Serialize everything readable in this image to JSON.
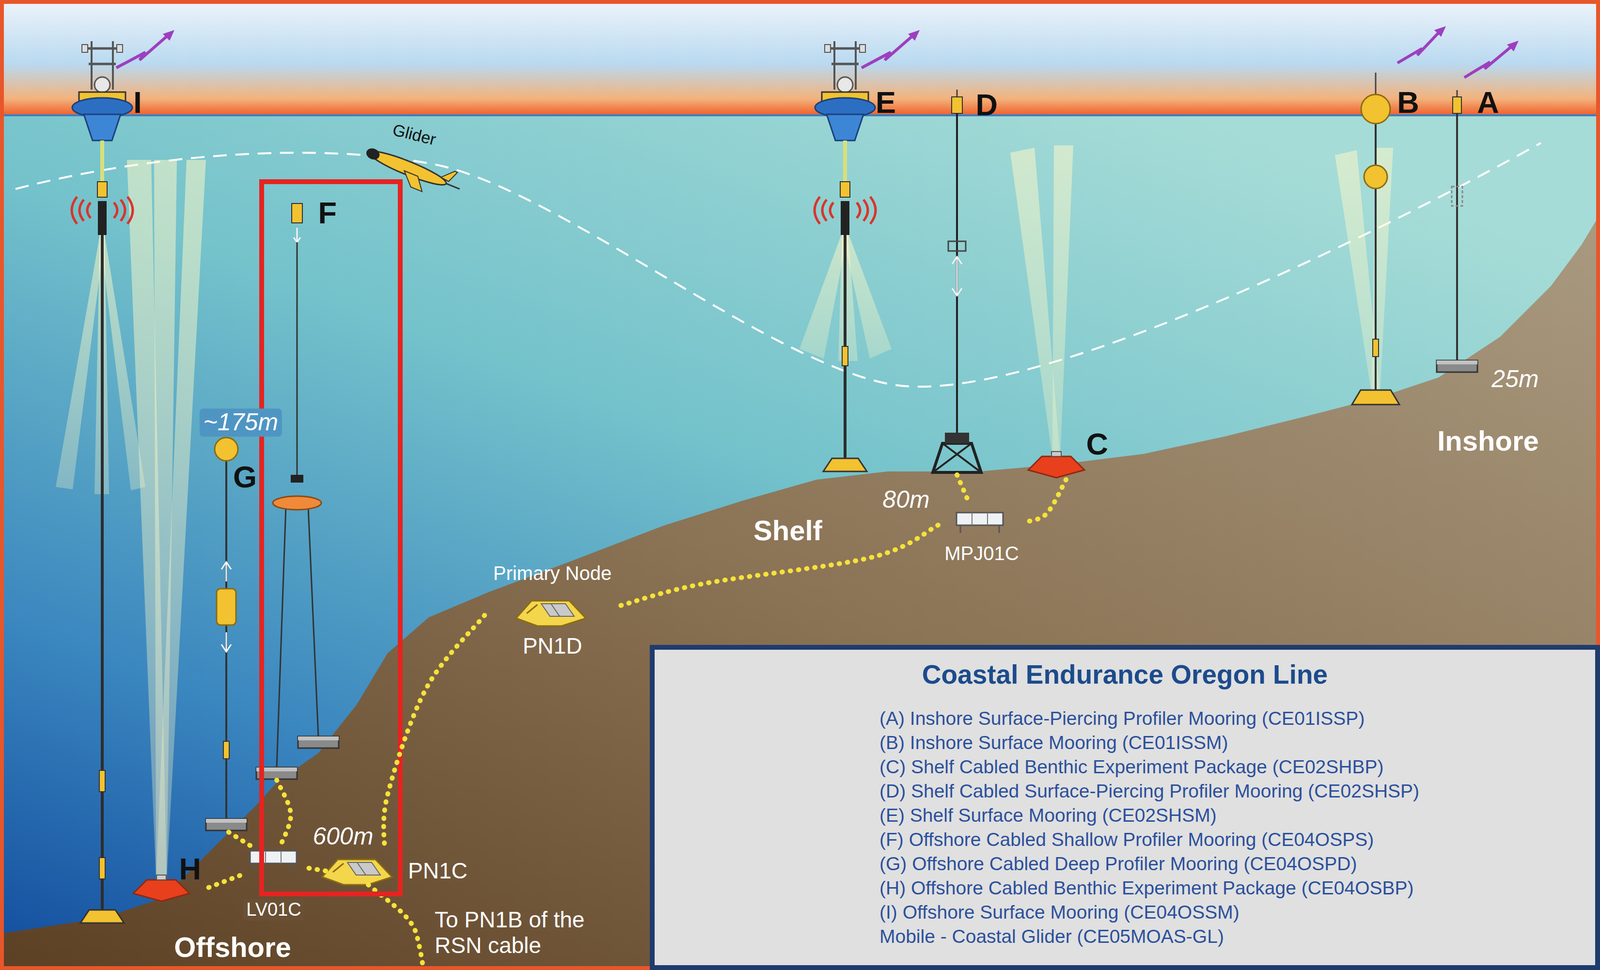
{
  "diagram": {
    "nodes": [
      {
        "text": [
          "F"
        ]
      },
      {
        "text": [
          "G"
        ]
      },
      {
        "text": [
          "H"
        ]
      },
      {
        "text": [
          "LV01C"
        ]
      },
      {
        "text": [
          "PN1C"
        ]
      },
      {
        "text": [
          "Primary Node",
          "PN1D"
        ]
      },
      {
        "text": [
          "MPJ01C"
        ]
      },
      {
        "text": [
          "D"
        ]
      },
      {
        "text": [
          "C"
        ]
      },
      {
        "text": [
          "Coastal Endurance Oregon Line",
          "(A) Inshore Surface-Piercing Profiler Mooring (CE01ISSP)",
          "(B) Inshore Surface Mooring (CE01ISSM)",
          "(C) Shelf Cabled Benthic Experiment Package (CE02SHBP)",
          "(D) Shelf Cabled Surface-Piercing Profiler Mooring (CE02SHSP)",
          "(E) Shelf Surface Mooring (CE02SHSM)",
          "(F) Offshore Cabled Shallow Profiler Mooring (CE04OSPS)",
          "(G) Offshore Cabled Deep Profiler Mooring (CE04OSPD)",
          "(H) Offshore Cabled Benthic Experiment Package (CE04OSBP)",
          "(I) Offshore Surface Mooring (CE04OSSM)",
          "Mobile - Coastal Glider (CE05MOAS-GL)"
        ]
      }
    ],
    "edges": [
      {
        "from": 8,
        "to": 6,
        "arrow": "none"
      },
      {
        "from": 7,
        "to": 6,
        "arrow": "none"
      },
      {
        "from": 6,
        "to": 5,
        "arrow": "none"
      },
      {
        "from": 5,
        "to": 4,
        "arrow": "none"
      },
      {
        "from": 4,
        "to": 3,
        "arrow": "none"
      },
      {
        "from": 3,
        "to": 2,
        "arrow": "none"
      },
      {
        "from": 3,
        "to": 1,
        "arrow": "none"
      },
      {
        "from": 0,
        "to": 3,
        "arrow": "none"
      }
    ],
    "labels": [
      "I",
      "E",
      "B",
      "A",
      "Glider",
      "~175m",
      "80m",
      "600m",
      "25m",
      "Shelf",
      "Inshore",
      "Offshore",
      "To PN1B of the RSN cable"
    ]
  }
}
